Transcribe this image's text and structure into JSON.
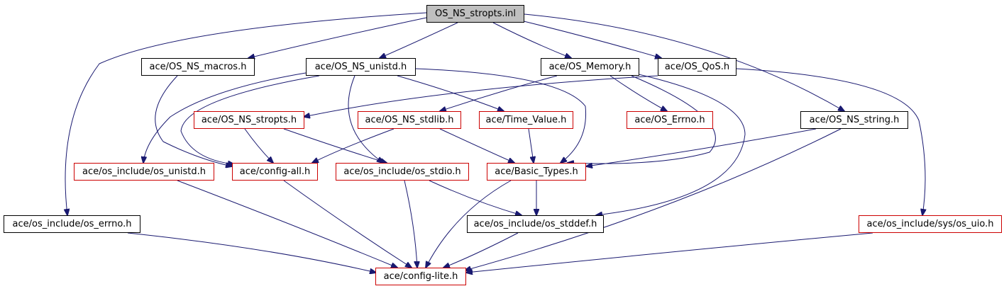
{
  "graph": {
    "root": "OS_NS_stropts.inl",
    "nodes": {
      "macros": "ace/OS_NS_macros.h",
      "unistd": "ace/OS_NS_unistd.h",
      "memory": "ace/OS_Memory.h",
      "qos": "ace/OS_QoS.h",
      "stropts": "ace/OS_NS_stropts.h",
      "stdlib": "ace/OS_NS_stdlib.h",
      "time_value": "ace/Time_Value.h",
      "os_errno": "ace/OS_Errno.h",
      "string": "ace/OS_NS_string.h",
      "os_unistd": "ace/os_include/os_unistd.h",
      "config_all": "ace/config-all.h",
      "os_stdio": "ace/os_include/os_stdio.h",
      "basic_types": "ace/Basic_Types.h",
      "os_include_errno": "ace/os_include/os_errno.h",
      "os_stddef": "ace/os_include/os_stddef.h",
      "sys_uio": "ace/os_include/sys/os_uio.h",
      "config_lite": "ace/config-lite.h"
    },
    "edges": [
      [
        "root",
        "macros"
      ],
      [
        "root",
        "unistd"
      ],
      [
        "root",
        "memory"
      ],
      [
        "root",
        "qos"
      ],
      [
        "root",
        "string"
      ],
      [
        "root",
        "os_include_errno"
      ],
      [
        "macros",
        "config_all"
      ],
      [
        "unistd",
        "os_unistd"
      ],
      [
        "unistd",
        "config_all"
      ],
      [
        "unistd",
        "os_stdio"
      ],
      [
        "unistd",
        "time_value"
      ],
      [
        "unistd",
        "basic_types"
      ],
      [
        "memory",
        "stdlib"
      ],
      [
        "memory",
        "os_errno"
      ],
      [
        "memory",
        "basic_types"
      ],
      [
        "memory",
        "os_stddef"
      ],
      [
        "qos",
        "stropts"
      ],
      [
        "qos",
        "sys_uio"
      ],
      [
        "stropts",
        "config_all"
      ],
      [
        "stropts",
        "os_stdio"
      ],
      [
        "stdlib",
        "config_all"
      ],
      [
        "stdlib",
        "basic_types"
      ],
      [
        "time_value",
        "basic_types"
      ],
      [
        "string",
        "basic_types"
      ],
      [
        "string",
        "config_lite"
      ],
      [
        "os_unistd",
        "config_lite"
      ],
      [
        "config_all",
        "config_lite"
      ],
      [
        "os_stdio",
        "config_lite"
      ],
      [
        "os_stdio",
        "os_stddef"
      ],
      [
        "basic_types",
        "os_stddef"
      ],
      [
        "basic_types",
        "config_lite"
      ],
      [
        "os_include_errno",
        "config_lite"
      ],
      [
        "os_stddef",
        "config_lite"
      ],
      [
        "sys_uio",
        "config_lite"
      ]
    ],
    "colors": {
      "edge": "#191970",
      "red_border": "#cc0000",
      "root_fill": "#bfbfbf"
    }
  }
}
